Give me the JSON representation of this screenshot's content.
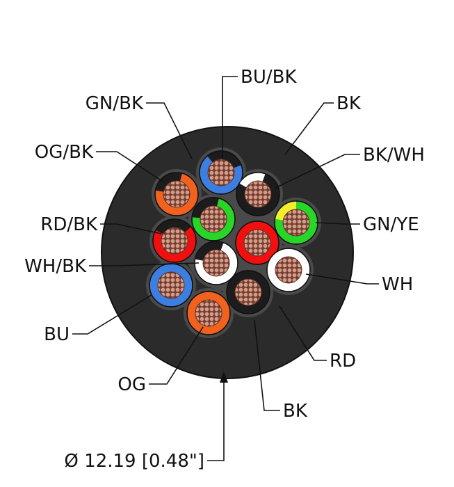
{
  "labels": {
    "bu_bk": "BU/BK",
    "gn_bk": "GN/BK",
    "bk_jacket": "BK",
    "og_bk": "OG/BK",
    "bk_wh": "BK/WH",
    "rd_bk": "RD/BK",
    "gn_ye": "GN/YE",
    "wh_bk": "WH/BK",
    "wh": "WH",
    "bu": "BU",
    "rd": "RD",
    "og": "OG",
    "bk": "BK",
    "diameter": "Ø 12.19 [0.48\"]"
  },
  "colors": {
    "jacket": "#2b2b2b",
    "filler": "#4a4a4a",
    "black": "#1c1c1c",
    "blue": "#3d7fe0",
    "orange": "#f2621e",
    "green": "#27d627",
    "red": "#f20f0f",
    "white": "#ffffff",
    "yellow": "#f2ef2a",
    "copper": "#c98a74"
  }
}
